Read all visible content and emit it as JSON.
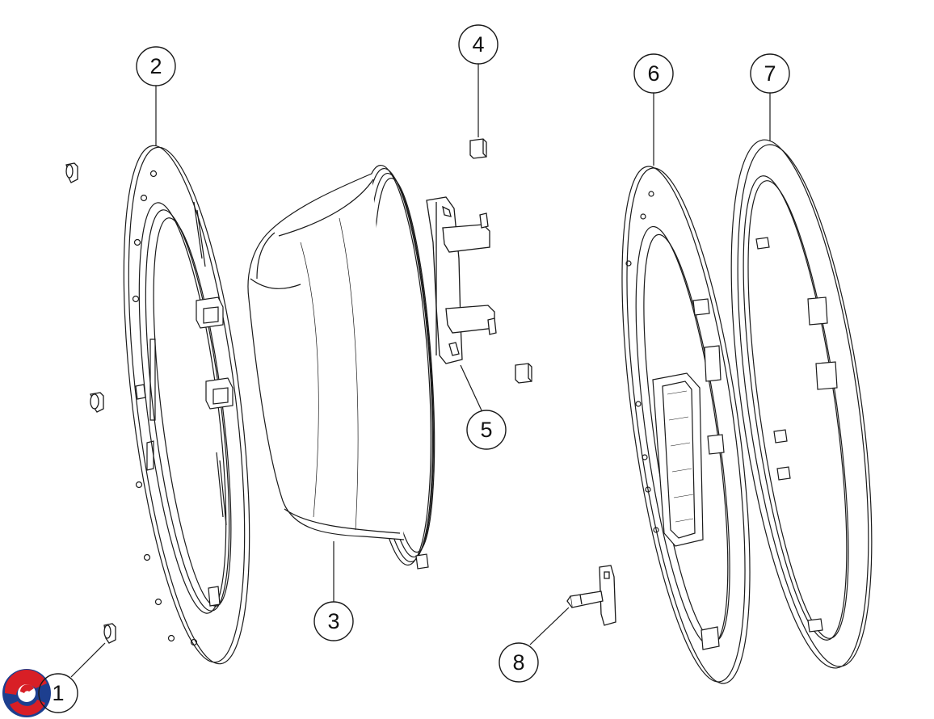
{
  "callouts": [
    {
      "id": "c1",
      "label": "1"
    },
    {
      "id": "c2",
      "label": "2"
    },
    {
      "id": "c3",
      "label": "3"
    },
    {
      "id": "c4",
      "label": "4"
    },
    {
      "id": "c5",
      "label": "5"
    },
    {
      "id": "c6",
      "label": "6"
    },
    {
      "id": "c7",
      "label": "7"
    },
    {
      "id": "c8",
      "label": "8"
    }
  ],
  "colors": {
    "line": "#1a1a1a",
    "logo_red": "#d81f26",
    "logo_blue": "#1d3f8f"
  },
  "logo": {
    "icon": "brand-swirl-logo"
  }
}
